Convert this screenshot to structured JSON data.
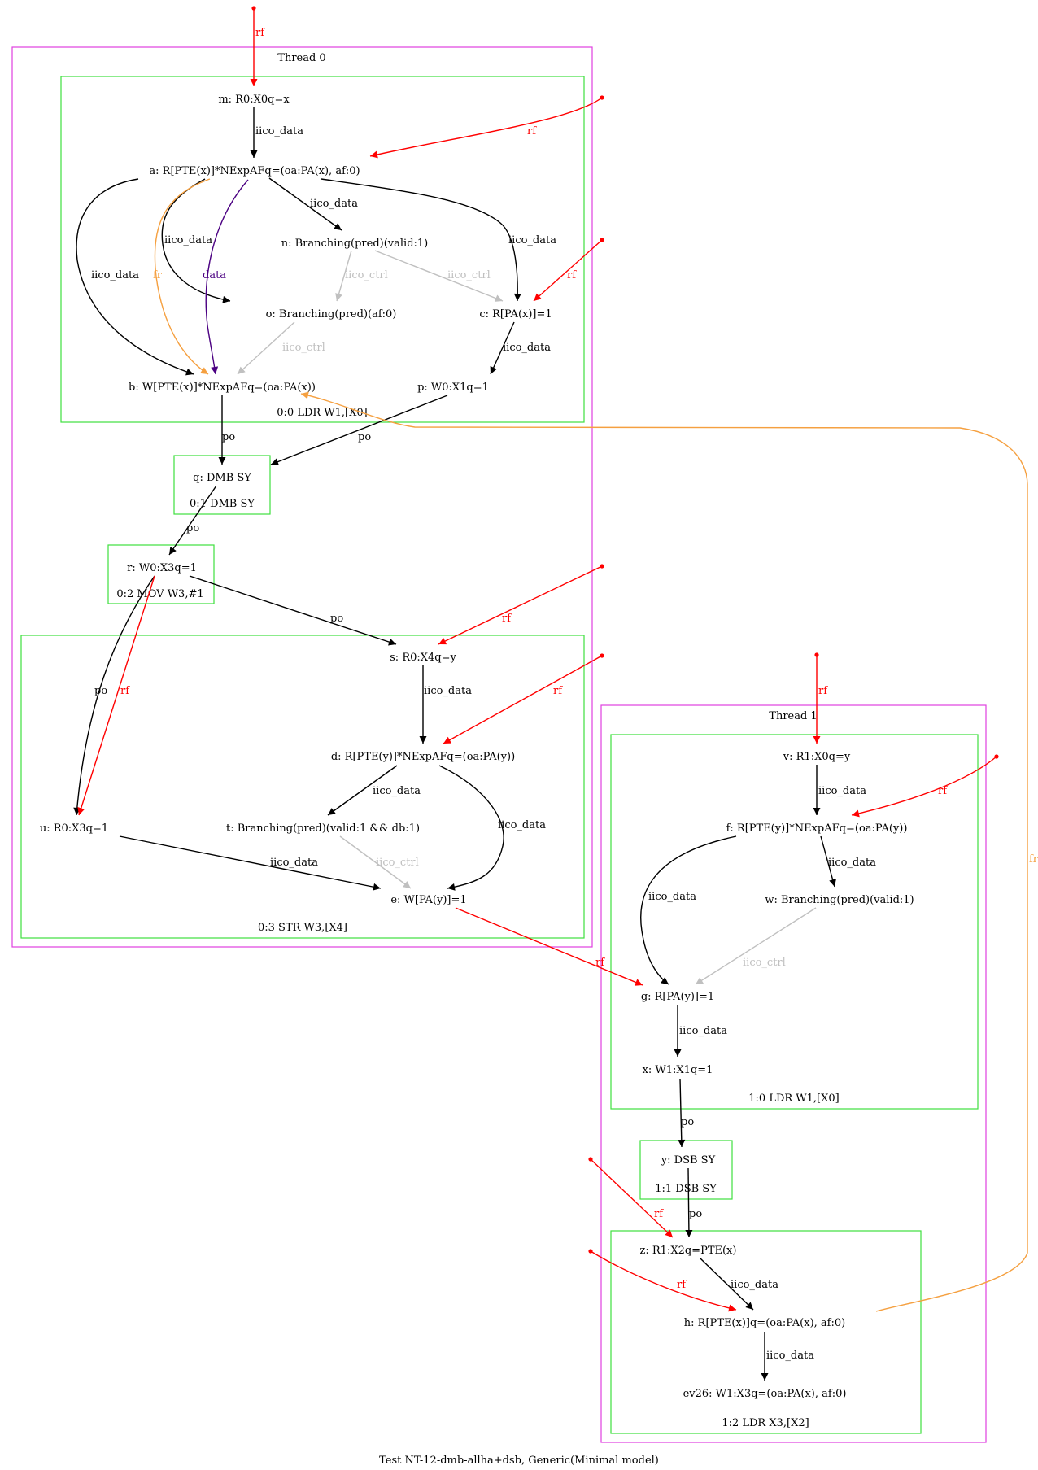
{
  "caption": "Test NT-12-dmb-allha+dsb, Generic(Minimal model)",
  "colors": {
    "thread_border": "#e040e0",
    "instr_border": "#3ee03e",
    "rf": "#ff0000",
    "fr": "#f5a040",
    "data": "#4b0082",
    "iico_ctrl": "#c0c0c0",
    "default": "#000000"
  },
  "threads": [
    {
      "id": "thread0",
      "label": "Thread 0"
    },
    {
      "id": "thread1",
      "label": "Thread 1"
    }
  ],
  "instructions": [
    {
      "id": "i00",
      "label": "0:0 LDR W1,[X0]"
    },
    {
      "id": "i01",
      "label": "0:1 DMB SY"
    },
    {
      "id": "i02",
      "label": "0:2 MOV W3,#1"
    },
    {
      "id": "i03",
      "label": "0:3 STR W3,[X4]"
    },
    {
      "id": "i10",
      "label": "1:0 LDR W1,[X0]"
    },
    {
      "id": "i11",
      "label": "1:1 DSB SY"
    },
    {
      "id": "i12",
      "label": "1:2 LDR X3,[X2]"
    }
  ],
  "nodes": [
    {
      "id": "m",
      "label": "m: R0:X0q=x"
    },
    {
      "id": "a",
      "label": "a: R[PTE(x)]*NExpAFq=(oa:PA(x), af:0)"
    },
    {
      "id": "n",
      "label": "n: Branching(pred)(valid:1)"
    },
    {
      "id": "o",
      "label": "o: Branching(pred)(af:0)"
    },
    {
      "id": "c",
      "label": "c: R[PA(x)]=1"
    },
    {
      "id": "b",
      "label": "b: W[PTE(x)]*NExpAFq=(oa:PA(x))"
    },
    {
      "id": "p",
      "label": "p: W0:X1q=1"
    },
    {
      "id": "q",
      "label": "q: DMB SY"
    },
    {
      "id": "r",
      "label": "r: W0:X3q=1"
    },
    {
      "id": "s",
      "label": "s: R0:X4q=y"
    },
    {
      "id": "d",
      "label": "d: R[PTE(y)]*NExpAFq=(oa:PA(y))"
    },
    {
      "id": "u",
      "label": "u: R0:X3q=1"
    },
    {
      "id": "t",
      "label": "t: Branching(pred)(valid:1 && db:1)"
    },
    {
      "id": "e",
      "label": "e: W[PA(y)]=1"
    },
    {
      "id": "v",
      "label": "v: R1:X0q=y"
    },
    {
      "id": "f",
      "label": "f: R[PTE(y)]*NExpAFq=(oa:PA(y))"
    },
    {
      "id": "w",
      "label": "w: Branching(pred)(valid:1)"
    },
    {
      "id": "g",
      "label": "g: R[PA(y)]=1"
    },
    {
      "id": "x",
      "label": "x: W1:X1q=1"
    },
    {
      "id": "y",
      "label": "y: DSB SY"
    },
    {
      "id": "z",
      "label": "z: R1:X2q=PTE(x)"
    },
    {
      "id": "h",
      "label": "h: R[PTE(x)]q=(oa:PA(x), af:0)"
    },
    {
      "id": "ev26",
      "label": "ev26: W1:X3q=(oa:PA(x), af:0)"
    }
  ],
  "edges": [
    {
      "id": "e_init_m",
      "from": "init",
      "to": "m",
      "label": "rf",
      "kind": "rf"
    },
    {
      "id": "e_m_a",
      "from": "m",
      "to": "a",
      "label": "iico_data",
      "kind": "default"
    },
    {
      "id": "e_init_a",
      "from": "init",
      "to": "a",
      "label": "rf",
      "kind": "rf"
    },
    {
      "id": "e_a_n",
      "from": "a",
      "to": "n",
      "label": "iico_data",
      "kind": "default"
    },
    {
      "id": "e_a_c",
      "from": "a",
      "to": "c",
      "label": "iico_data",
      "kind": "default"
    },
    {
      "id": "e_a_o",
      "from": "a",
      "to": "o",
      "label": "iico_data",
      "kind": "default"
    },
    {
      "id": "e_a_b_iico",
      "from": "a",
      "to": "b",
      "label": "iico_data",
      "kind": "default"
    },
    {
      "id": "e_a_b_fr",
      "from": "a",
      "to": "b",
      "label": "fr",
      "kind": "fr"
    },
    {
      "id": "e_a_b_data",
      "from": "a",
      "to": "b",
      "label": "data",
      "kind": "data"
    },
    {
      "id": "e_n_o",
      "from": "n",
      "to": "o",
      "label": "iico_ctrl",
      "kind": "iico_ctrl"
    },
    {
      "id": "e_n_c",
      "from": "n",
      "to": "c",
      "label": "iico_ctrl",
      "kind": "iico_ctrl"
    },
    {
      "id": "e_init_c",
      "from": "init",
      "to": "c",
      "label": "rf",
      "kind": "rf"
    },
    {
      "id": "e_o_b",
      "from": "o",
      "to": "b",
      "label": "iico_ctrl",
      "kind": "iico_ctrl"
    },
    {
      "id": "e_c_p",
      "from": "c",
      "to": "p",
      "label": "iico_data",
      "kind": "default"
    },
    {
      "id": "e_b_q",
      "from": "b",
      "to": "q",
      "label": "po",
      "kind": "default"
    },
    {
      "id": "e_p_q",
      "from": "p",
      "to": "q",
      "label": "po",
      "kind": "default"
    },
    {
      "id": "e_q_r",
      "from": "q",
      "to": "r",
      "label": "po",
      "kind": "default"
    },
    {
      "id": "e_r_s",
      "from": "r",
      "to": "s",
      "label": "po",
      "kind": "default"
    },
    {
      "id": "e_r_u_po",
      "from": "r",
      "to": "u",
      "label": "po",
      "kind": "default"
    },
    {
      "id": "e_r_u_rf",
      "from": "r",
      "to": "u",
      "label": "rf",
      "kind": "rf"
    },
    {
      "id": "e_init_s",
      "from": "init",
      "to": "s",
      "label": "rf",
      "kind": "rf"
    },
    {
      "id": "e_s_d",
      "from": "s",
      "to": "d",
      "label": "iico_data",
      "kind": "default"
    },
    {
      "id": "e_init_d",
      "from": "init",
      "to": "d",
      "label": "rf",
      "kind": "rf"
    },
    {
      "id": "e_d_t",
      "from": "d",
      "to": "t",
      "label": "iico_data",
      "kind": "default"
    },
    {
      "id": "e_d_e",
      "from": "d",
      "to": "e",
      "label": "iico_data",
      "kind": "default"
    },
    {
      "id": "e_u_e",
      "from": "u",
      "to": "e",
      "label": "iico_data",
      "kind": "default"
    },
    {
      "id": "e_t_e",
      "from": "t",
      "to": "e",
      "label": "iico_ctrl",
      "kind": "iico_ctrl"
    },
    {
      "id": "e_e_g",
      "from": "e",
      "to": "g",
      "label": "rf",
      "kind": "rf"
    },
    {
      "id": "e_init_v",
      "from": "init",
      "to": "v",
      "label": "rf",
      "kind": "rf"
    },
    {
      "id": "e_v_f",
      "from": "v",
      "to": "f",
      "label": "iico_data",
      "kind": "default"
    },
    {
      "id": "e_init_f",
      "from": "init",
      "to": "f",
      "label": "rf",
      "kind": "rf"
    },
    {
      "id": "e_f_w",
      "from": "f",
      "to": "w",
      "label": "iico_data",
      "kind": "default"
    },
    {
      "id": "e_f_g",
      "from": "f",
      "to": "g",
      "label": "iico_data",
      "kind": "default"
    },
    {
      "id": "e_w_g",
      "from": "w",
      "to": "g",
      "label": "iico_ctrl",
      "kind": "iico_ctrl"
    },
    {
      "id": "e_g_x",
      "from": "g",
      "to": "x",
      "label": "iico_data",
      "kind": "default"
    },
    {
      "id": "e_x_y",
      "from": "x",
      "to": "y",
      "label": "po",
      "kind": "default"
    },
    {
      "id": "e_y_z",
      "from": "y",
      "to": "z",
      "label": "po",
      "kind": "default"
    },
    {
      "id": "e_init_z",
      "from": "init",
      "to": "z",
      "label": "rf",
      "kind": "rf"
    },
    {
      "id": "e_z_h",
      "from": "z",
      "to": "h",
      "label": "iico_data",
      "kind": "default"
    },
    {
      "id": "e_init_h",
      "from": "init",
      "to": "h",
      "label": "rf",
      "kind": "rf"
    },
    {
      "id": "e_h_ev26",
      "from": "h",
      "to": "ev26",
      "label": "iico_data",
      "kind": "default"
    },
    {
      "id": "e_h_b_fr",
      "from": "h",
      "to": "b",
      "label": "fr",
      "kind": "fr"
    }
  ]
}
